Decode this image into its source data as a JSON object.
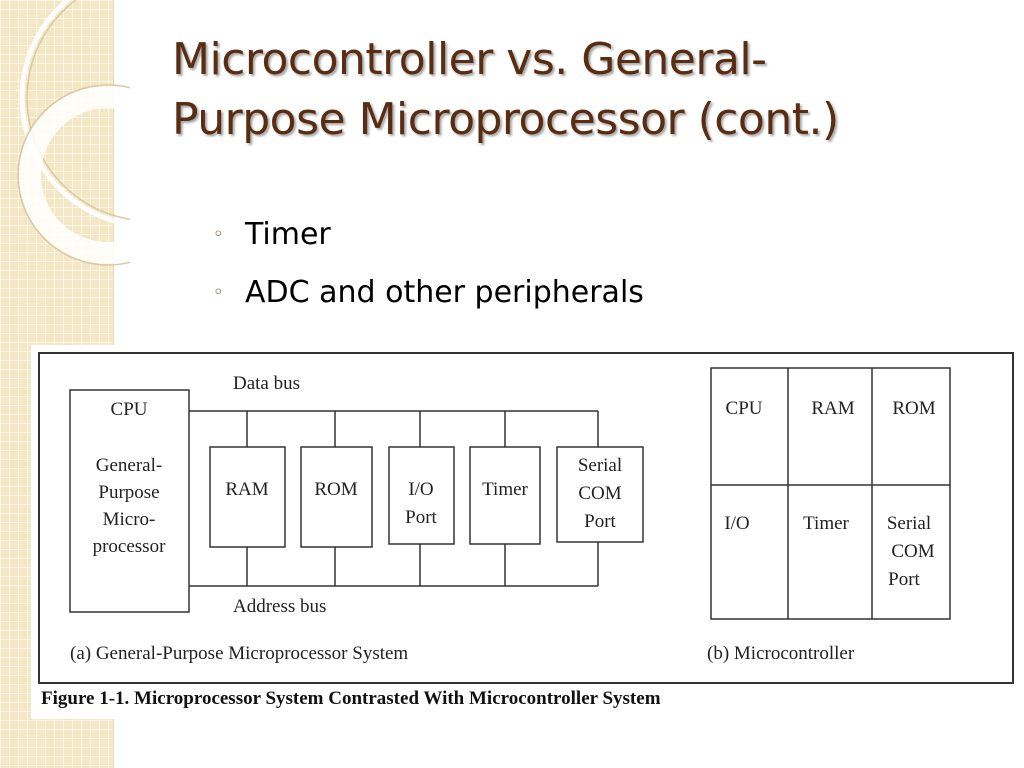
{
  "slide": {
    "title_line1": "Microcontroller vs. General-",
    "title_line2": "Purpose Microprocessor (cont.)",
    "bullet_symbol": "◦",
    "bullets": [
      "Timer",
      "ADC and other peripherals"
    ]
  },
  "figure": {
    "general_system": {
      "data_bus_label": "Data bus",
      "address_bus_label": "Address bus",
      "cpu_block": {
        "title": "CPU",
        "lines": [
          "General-",
          "Purpose",
          "Micro-",
          "processor"
        ]
      },
      "peripherals": [
        {
          "lines": [
            "RAM"
          ]
        },
        {
          "lines": [
            "ROM"
          ]
        },
        {
          "lines": [
            "I/O",
            "Port"
          ]
        },
        {
          "lines": [
            "Timer"
          ]
        },
        {
          "lines": [
            "Serial",
            "COM",
            "Port"
          ]
        }
      ],
      "caption": "(a) General-Purpose Microprocessor System"
    },
    "microcontroller": {
      "cells": [
        {
          "lines": [
            "CPU"
          ]
        },
        {
          "lines": [
            "RAM"
          ]
        },
        {
          "lines": [
            "ROM"
          ]
        },
        {
          "lines": [
            "I/O"
          ]
        },
        {
          "lines": [
            "Timer"
          ]
        },
        {
          "lines": [
            "Serial",
            "COM",
            "Port"
          ]
        }
      ],
      "caption": "(b) Microcontroller"
    },
    "figure_caption": "Figure 1-1. Microprocessor System Contrasted With Microcontroller System"
  }
}
